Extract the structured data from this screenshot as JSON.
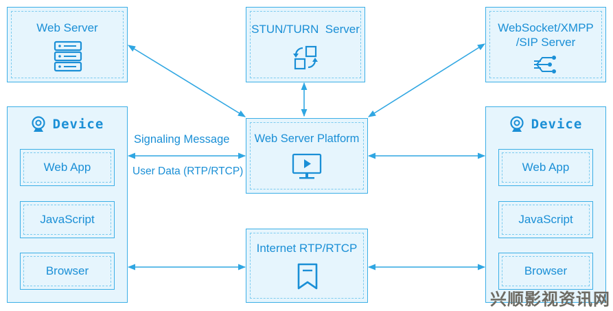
{
  "servers": {
    "web_server": "Web Server",
    "stun_turn": "STUN/TURN  Server",
    "websocket_line1": "WebSocket/XMPP",
    "websocket_line2": "/SIP Server"
  },
  "platform": {
    "title": "Web Server Platform",
    "internet": "Internet RTP/RTCP"
  },
  "annotations": {
    "signaling": "Signaling Message",
    "user_data": "User Data (RTP/RTCP)"
  },
  "devices": {
    "left": {
      "title": "Device",
      "items": [
        "Web App",
        "JavaScript",
        "Browser"
      ]
    },
    "right": {
      "title": "Device",
      "items": [
        "Web App",
        "JavaScript",
        "Browser"
      ]
    }
  },
  "watermark": "兴顺影视资讯网",
  "colors": {
    "accent": "#1a8fd6",
    "border": "#3aaee6",
    "fill": "#e6f5fd"
  }
}
